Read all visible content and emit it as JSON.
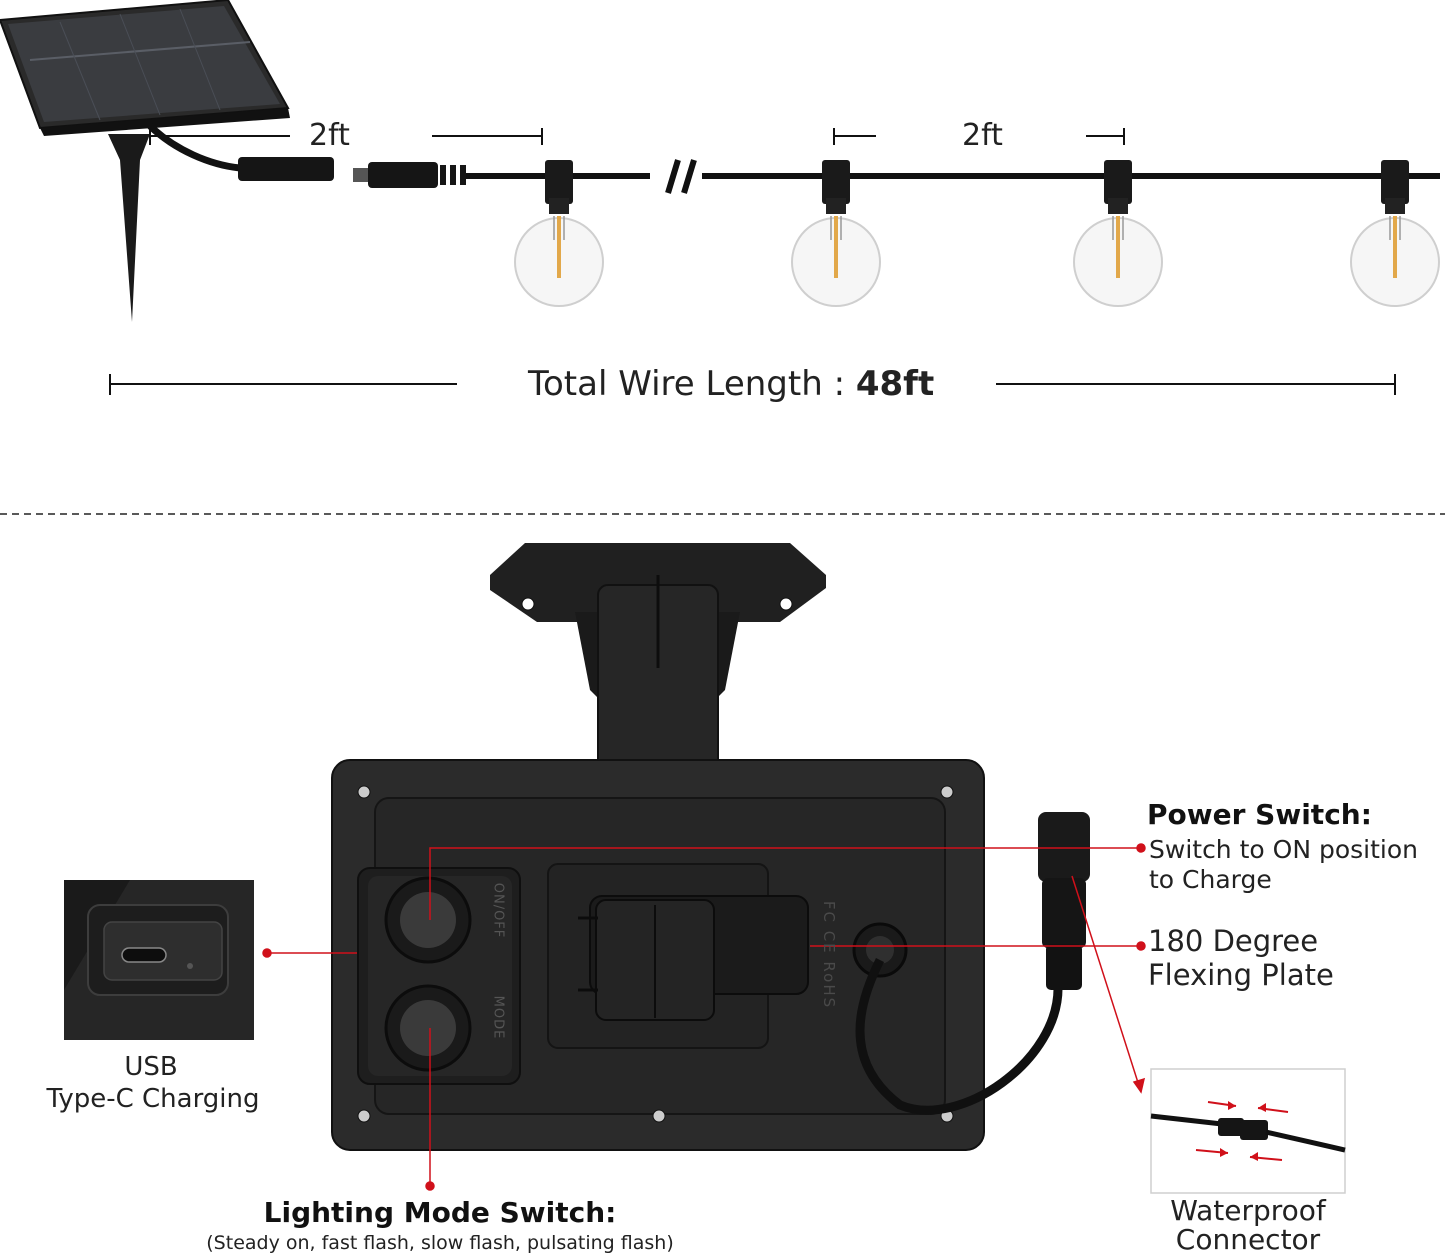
{
  "top_diagram": {
    "segment_label_left": "2ft",
    "segment_label_right": "2ft",
    "break_mark": "//",
    "total_label_prefix": "Total Wire Length : ",
    "total_label_value": "48ft"
  },
  "callouts": {
    "power_switch": {
      "title": "Power Switch:",
      "body_line1": "Switch to ON position",
      "body_line2": "to Charge"
    },
    "flexing_plate": {
      "line1": "180 Degree",
      "line2": "Flexing Plate"
    },
    "waterproof": {
      "line1": "Waterproof",
      "line2": "Connector"
    },
    "usb": {
      "line1": "USB",
      "line2": "Type-C Charging"
    },
    "lighting_mode": {
      "title": "Lighting Mode Switch:",
      "subtitle": "(Steady on, fast flash, slow flash, pulsating flash)"
    }
  },
  "device_markings": {
    "switch_top": "ON/OFF",
    "switch_bottom": "MODE",
    "certification": "FC CE RoHS"
  },
  "colors": {
    "accent_red": "#d0101a",
    "product_black": "#1c1c1c",
    "bulb_glow": "#e9b65a"
  }
}
